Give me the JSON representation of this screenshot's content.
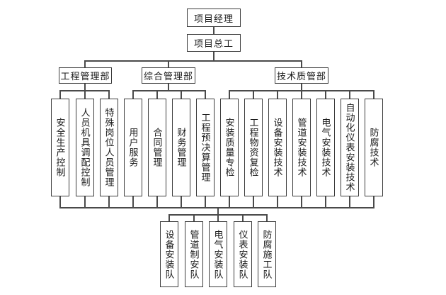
{
  "page": {
    "background_color": "#ffffff",
    "line_color": "#4a4a4a",
    "box_border_color": "#3c3c3c",
    "text_color": "#1a1a1a"
  },
  "org": {
    "top": [
      {
        "label": "项目经理"
      },
      {
        "label": "项目总工"
      }
    ],
    "departments": [
      {
        "label": "工程管理部"
      },
      {
        "label": "综合管理部"
      },
      {
        "label": "技术质管部"
      }
    ],
    "columns": [
      {
        "label": "安全生产控制",
        "department": "工程管理部"
      },
      {
        "label": "人员机具调配控制",
        "department": "工程管理部"
      },
      {
        "label": "特殊岗位人员管理",
        "department": "工程管理部"
      },
      {
        "label": "用户服务",
        "department": "综合管理部"
      },
      {
        "label": "合同管理",
        "department": "综合管理部"
      },
      {
        "label": "财务管理",
        "department": "综合管理部"
      },
      {
        "label": "工程预决算管理",
        "department": "综合管理部"
      },
      {
        "label": "安装质量专检",
        "department": "技术质管部"
      },
      {
        "label": "工程物资复检",
        "department": "技术质管部"
      },
      {
        "label": "设备安装技术",
        "department": "技术质管部"
      },
      {
        "label": "管道安装技术",
        "department": "技术质管部"
      },
      {
        "label": "电气安装技术",
        "department": "技术质管部"
      },
      {
        "label": "自动化仪表安装技术",
        "department": "技术质管部"
      },
      {
        "label": "防腐技术",
        "department": "技术质管部"
      }
    ],
    "teams": [
      {
        "label": "设备安装队"
      },
      {
        "label": "管道制安队"
      },
      {
        "label": "电气安装队"
      },
      {
        "label": "仪表安装队"
      },
      {
        "label": "防腐施工队"
      }
    ]
  }
}
